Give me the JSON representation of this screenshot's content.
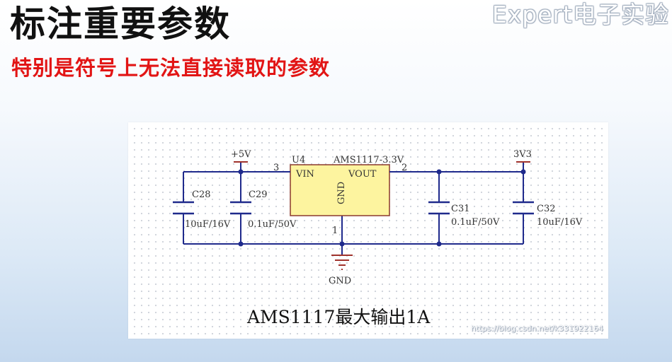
{
  "slide": {
    "title": "标注重要参数",
    "subtitle": "特别是符号上无法直接读取的参数",
    "brand": "Expert电子实验",
    "watermark": "https://blog.csdn.net/k331922164"
  },
  "schematic": {
    "caption": "AMS1117最大输出1A",
    "regulator": {
      "designator": "U4",
      "part": "AMS1117-3.3V",
      "vin_pin": "VIN",
      "vout_pin": "VOUT",
      "gnd_pin": "GND",
      "vin_pin_number": "3",
      "vout_pin_number": "2",
      "gnd_pin_number": "1"
    },
    "input_power": "+5V",
    "output_power": "3V3",
    "ground": "GND",
    "capacitors": [
      {
        "designator": "C28",
        "value": "10uF/16V"
      },
      {
        "designator": "C29",
        "value": "0.1uF/50V"
      },
      {
        "designator": "C31",
        "value": "0.1uF/50V"
      },
      {
        "designator": "C32",
        "value": "10uF/16V"
      }
    ]
  },
  "colors": {
    "title": "#111111",
    "subtitle": "#e21515",
    "wire": "#1f2a8c",
    "junction": "#1f2a8c",
    "power_symbol": "#a0322c",
    "ic_fill": "#fdf49f",
    "ic_border": "#8b3a2e",
    "capacitor": "#1f2a8c"
  },
  "icons": {
    "power_port": "power-bar-symbol",
    "ground": "ground-symbol",
    "capacitor": "capacitor-symbol"
  }
}
